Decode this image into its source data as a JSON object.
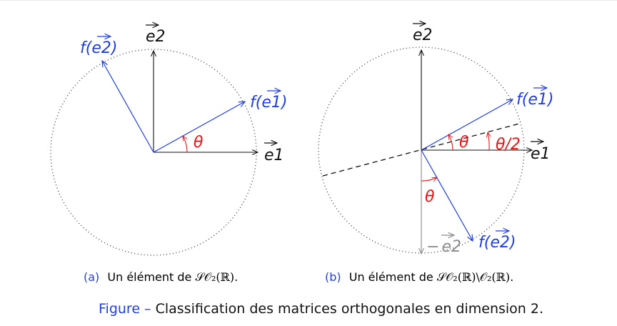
{
  "colors": {
    "black": "#111111",
    "blue": "#1f3fdc",
    "red": "#e31414",
    "gray": "#8a8a8a"
  },
  "panel_a": {
    "labels": {
      "e1": "e1",
      "e2": "e2",
      "f_e1_prefix": "f(",
      "f_e1_vec": "e1",
      "f_e1_suffix": ")",
      "f_e2_prefix": "f(",
      "f_e2_vec": "e2",
      "f_e2_suffix": ")",
      "theta": "θ"
    },
    "caption": {
      "tag": "(a)",
      "text": "Un élément de ",
      "math": "𝒮𝒪₂(ℝ)."
    }
  },
  "panel_b": {
    "labels": {
      "e1": "e1",
      "e2": "e2",
      "minus_e2_sign": "−",
      "minus_e2_vec": "e2",
      "f_e1_prefix": "f(",
      "f_e1_vec": "e1",
      "f_e1_suffix": ")",
      "f_e2_prefix": "f(",
      "f_e2_vec": "e2",
      "f_e2_suffix": ")",
      "theta_center": "θ",
      "theta_half": "θ/2",
      "theta_bottom": "θ"
    },
    "caption": {
      "tag": "(b)",
      "text": "Un élément de ",
      "math": "𝒮𝒪₂(ℝ)\\𝒪₂(ℝ)."
    }
  },
  "figure_caption": {
    "tag": "Figure –",
    "text": " Classification des matrices orthogonales en dimension 2."
  }
}
